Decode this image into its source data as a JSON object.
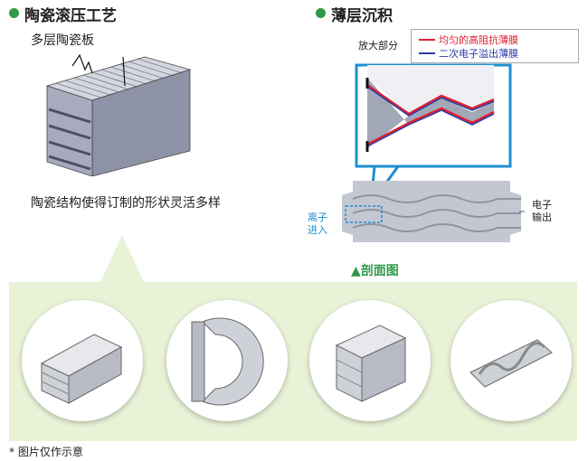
{
  "left": {
    "title": "陶瓷滚压工艺",
    "subtitle": "多层陶瓷板",
    "caption": "陶瓷结构使得订制的形状灵活多样"
  },
  "right": {
    "title": "薄层沉积",
    "zoom_label": "放大部分",
    "legend": [
      {
        "label": "均匀的高阻抗薄膜",
        "color": "#e02030"
      },
      {
        "label": "二次电子溢出薄膜",
        "color": "#2a3aa8"
      }
    ],
    "ion_label_1": "离子",
    "ion_label_2": "进入",
    "electron_label_1": "电子",
    "electron_label_2": "输出",
    "section_label": "▲剖面图"
  },
  "footnote": "* 图片仅作示意",
  "colors": {
    "accent": "#2e9a48",
    "band": "#e8f2d7",
    "frame": "#1e8fd0"
  }
}
